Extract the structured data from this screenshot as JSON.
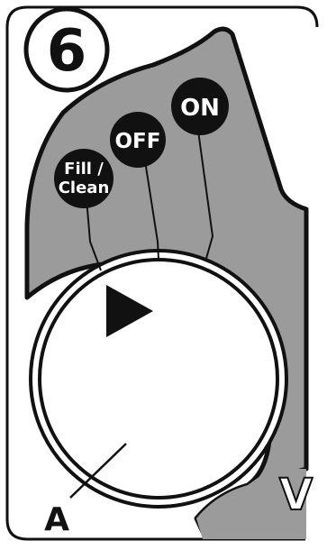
{
  "step": {
    "number": "6"
  },
  "settings": {
    "fill_clean_line1": "Fill /",
    "fill_clean_line2": "Clean",
    "off": "OFF",
    "on": "ON"
  },
  "callout": {
    "letter": "A"
  },
  "partial_text": {
    "label": "V"
  },
  "colors": {
    "panel": "#9b9b9b",
    "outline": "#111111",
    "knob": "#ffffff",
    "badge": "#111111"
  }
}
